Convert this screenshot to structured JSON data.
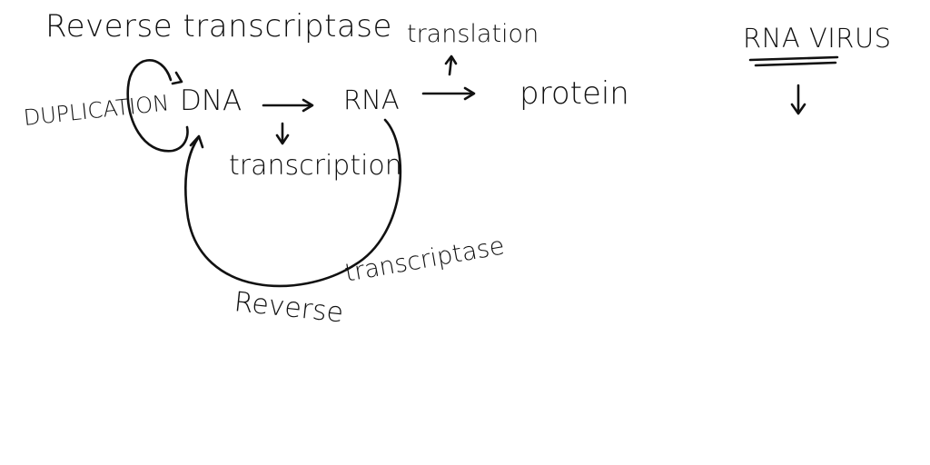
{
  "labels": {
    "reverse_transcriptase_top": "Reverse transcriptase",
    "translation": "translation",
    "duplication": "DUPLICATION",
    "dna": "DNA",
    "rna": "RNA",
    "protein": "protein",
    "transcription": "transcription",
    "reverse_bottom": "Reverse",
    "transcriptase_bottom": "transcriptase",
    "rna_virus": "RNA VIRUS"
  },
  "ink_color": "#111111"
}
